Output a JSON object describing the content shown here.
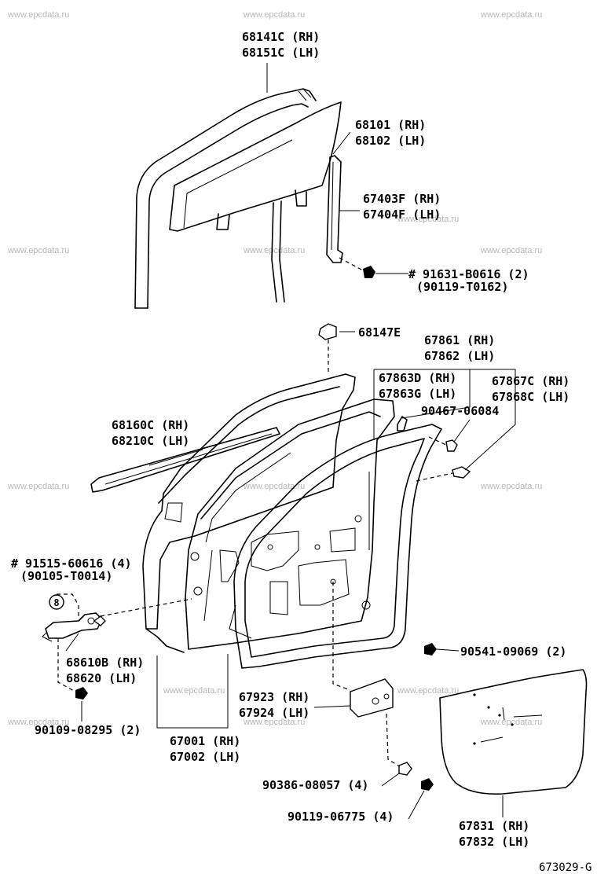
{
  "watermark": "www.epcdata.ru",
  "diagram_code": "673029-G",
  "circle_marker": "8",
  "labels": {
    "run_channel": [
      "68141C (RH)",
      "68151C (LH)"
    ],
    "glass": [
      "68101 (RH)",
      "68102 (LH)"
    ],
    "rear_sash": [
      "67403F (RH)",
      "67404F (LH)"
    ],
    "bolt_top": [
      "# 91631-B0616 (2)",
      "(90119-T0162)"
    ],
    "clip": [
      "68147E"
    ],
    "weatherstrip": [
      "67861 (RH)",
      "67862 (LH)"
    ],
    "strip_d": [
      "67863D (RH)",
      "67863G (LH)"
    ],
    "clip_90467": [
      "90467-06084"
    ],
    "strip_c": [
      "67867C (RH)",
      "67868C (LH)"
    ],
    "belt_moulding": [
      "68160C (RH)",
      "68210C (LH)"
    ],
    "hinge_bolt": [
      "# 91515-60616 (4)",
      "(90105-T0014)"
    ],
    "hinge": [
      "68610B (RH)",
      "68620 (LH)"
    ],
    "bolt_90541": [
      "90541-09069 (2)"
    ],
    "bolt_90109": [
      "90109-08295 (2)"
    ],
    "door_panel": [
      "67001 (RH)",
      "67002 (LH)"
    ],
    "pad": [
      "67923 (RH)",
      "67924 (LH)"
    ],
    "screw_90386": [
      "90386-08057 (4)"
    ],
    "screw_90119": [
      "90119-06775 (4)"
    ],
    "service_hole_cover": [
      "67831 (RH)",
      "67832 (LH)"
    ]
  }
}
